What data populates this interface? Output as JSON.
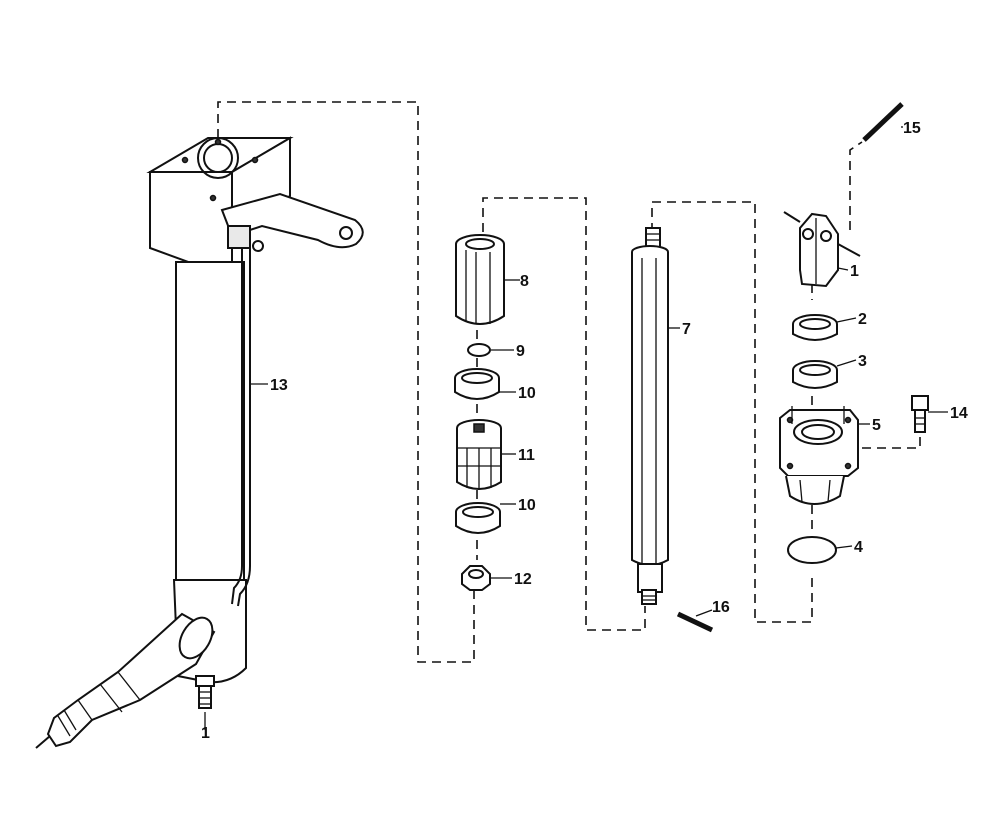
{
  "callouts": {
    "p1": "1",
    "p1b": "1",
    "p2": "2",
    "p3": "3",
    "p4": "4",
    "p5": "5",
    "p7": "7",
    "p8": "8",
    "p9": "9",
    "p10a": "10",
    "p10b": "10",
    "p11": "11",
    "p12": "12",
    "p13": "13",
    "p14": "14",
    "p15": "15",
    "p16": "16"
  }
}
